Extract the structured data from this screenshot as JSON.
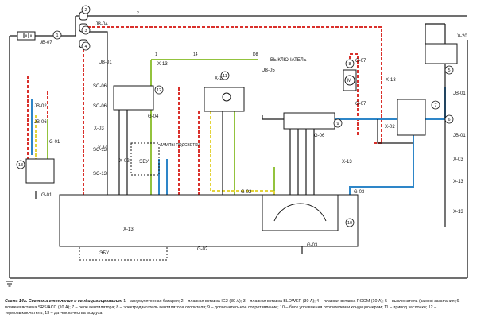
{
  "connectors": {
    "x20": "X-20",
    "x02a": "X-02",
    "x03": "X-03",
    "x13a": "X-13",
    "x13b": "X-13",
    "x13c": "X-13",
    "x13d": "X-13",
    "x13e": "X-13",
    "x13f": "X-13",
    "x11": "X-11",
    "x03b": "X-03",
    "x13g": "X-13",
    "x02b": "X-02"
  },
  "splices": {
    "jb04": "JB-04",
    "jb07": "JB-07",
    "jb01a": "JB-01",
    "jb05": "JB-05",
    "jb02": "JB-02",
    "jb06": "JB-06",
    "jb01b": "JB-01",
    "jb01c": "JB-01",
    "sc06a": "SC-06",
    "sc06b": "SC-06",
    "sc13a": "SC-13",
    "sc13b": "SC-13"
  },
  "grounds": {
    "g01a": "G-01",
    "g01b": "G-01",
    "g04": "G-04",
    "g06": "G-06",
    "g07a": "G-07",
    "g07b": "G-07",
    "g02a": "G-02",
    "g02b": "G-02",
    "g03a": "G-03",
    "g03b": "G-03"
  },
  "labels": {
    "switch": "ВЫКЛЮЧАТЕЛЬ",
    "lamps": "ЛАМПЫ\nПОДСВЕТКИ",
    "ecu1": "ЭБУ",
    "ecu2": "ЭБУ",
    "motor": "М"
  },
  "component_numbers": [
    "1",
    "2",
    "3",
    "4",
    "5",
    "6",
    "7",
    "8",
    "9",
    "10",
    "11",
    "12",
    "13"
  ],
  "wire_numbers": {
    "w_d8": "D8",
    "w_14": "14",
    "w_1": "1",
    "w_2": "2"
  },
  "colors": {
    "red_wire": "#d9302b",
    "green_wire": "#93c33e",
    "yellow_wire": "#e3d33b",
    "blue_wire": "#2e86c8",
    "black_wire": "#1a1a1a",
    "gray_wire": "#888888"
  },
  "caption": {
    "title": "Схема 14а. Система отопления и кондиционирования:",
    "body": "1 – аккумуляторная батарея; 2 – плавкая вставка IG2 (30 А); 3 – плавкая вставка BLOWER (30 А); 4 – плавкая вставка ROOM (10 А); 5 – выключатель (замок) зажигания; 6 – плавкая вставка SRS/ACC (10 А); 7 – реле вентилятора; 8 – электродвигатель вентилятора отопителя; 9 – дополнительное сопротивление; 10 – блок управления отопителем и кондиционером; 11 – привод заслонки; 12 – термовыключатель; 13 – датчик качества воздуха"
  }
}
